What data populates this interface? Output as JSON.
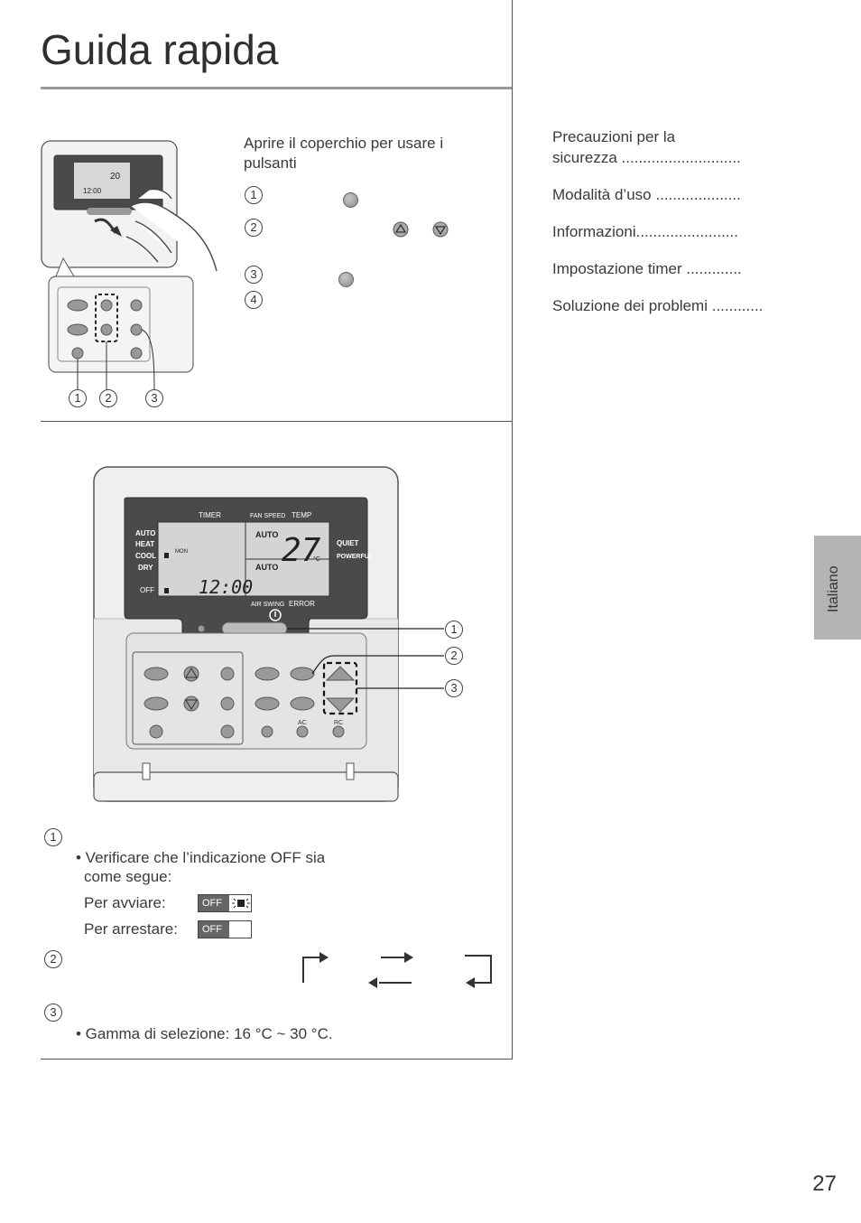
{
  "title": "Guida rapida",
  "intro": {
    "instruction": "Aprire il coperchio per usare i pulsanti",
    "steps": [
      "1",
      "2",
      "3",
      "4"
    ],
    "callouts": [
      "1",
      "2",
      "3"
    ]
  },
  "toc": [
    {
      "label": "Precauzioni per la",
      "label2": "sicurezza",
      "dots": "............................"
    },
    {
      "label": "Modalità d’uso",
      "dots": "...................."
    },
    {
      "label": "Informazioni",
      "dots": "........................"
    },
    {
      "label": "Impostazione timer",
      "dots": "............."
    },
    {
      "label": "Soluzione dei problemi",
      "dots": "............"
    }
  ],
  "sidebar_tab": "Italiano",
  "remote": {
    "lcd_top_labels": [
      "TIMER",
      "FAN SPEED",
      "TEMP"
    ],
    "modes": [
      "AUTO",
      "HEAT",
      "COOL",
      "DRY",
      "OFF"
    ],
    "day": "MON",
    "fan_auto": "AUTO",
    "swing_auto": "AUTO",
    "temperature": "27",
    "temp_unit": "°C",
    "time": "12:00",
    "right_labels": [
      "QUIET",
      "POWERFUL"
    ],
    "bottom_labels": [
      "AIR SWING",
      "ERROR"
    ],
    "button_labels": [
      "AC",
      "RC"
    ],
    "callouts": [
      "1",
      "2",
      "3"
    ]
  },
  "notes": {
    "n1": "1",
    "bullet1": "• Verificare che l’indicazione OFF sia",
    "bullet1b": "come segue:",
    "start_label": "Per avviare:",
    "stop_label": "Per arrestare:",
    "off_text": "OFF",
    "n2": "2",
    "n3": "3",
    "bullet3": "• Gamma di selezione: 16 °C ~ 30 °C."
  },
  "page_number": "27"
}
